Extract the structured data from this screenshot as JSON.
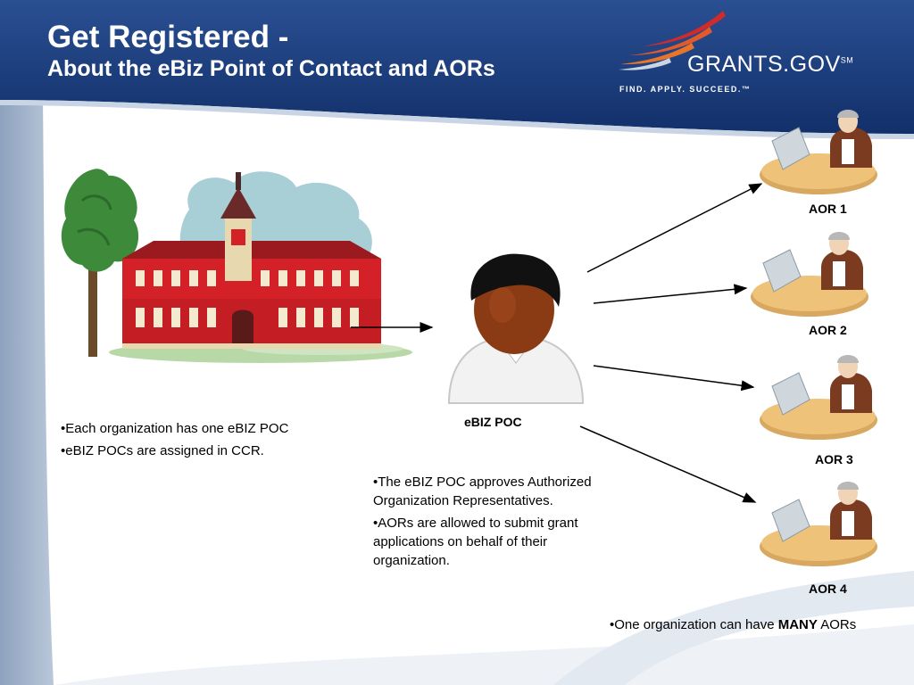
{
  "title": {
    "line1": "Get Registered -",
    "line2": "About the eBiz Point of Contact and AORs"
  },
  "logo": {
    "wordmark": "GRANTS.GOV",
    "trademark": "SM",
    "tagline": "FIND. APPLY. SUCCEED.™"
  },
  "diagram": {
    "poc_label": "eBIZ POC",
    "aor_labels": [
      "AOR 1",
      "AOR 2",
      "AOR 3",
      "AOR 4"
    ]
  },
  "left_bullets": [
    "•Each organization has one eBIZ POC",
    "•eBIZ POCs are assigned in CCR."
  ],
  "center_bullets": [
    "•The eBIZ POC approves Authorized Organization Representatives.",
    "•AORs are allowed to submit grant applications on behalf of their organization."
  ],
  "bottom_note": {
    "prefix": "•One organization can have ",
    "emphasis": "MANY",
    "suffix": " AORs"
  },
  "colors": {
    "banner": "#1a3b78",
    "side_band": "#9eb0c8",
    "building_red": "#d42027",
    "person_skin": "#8a3b14",
    "logo_orange": "#e8742a",
    "logo_red": "#d02b2b"
  }
}
